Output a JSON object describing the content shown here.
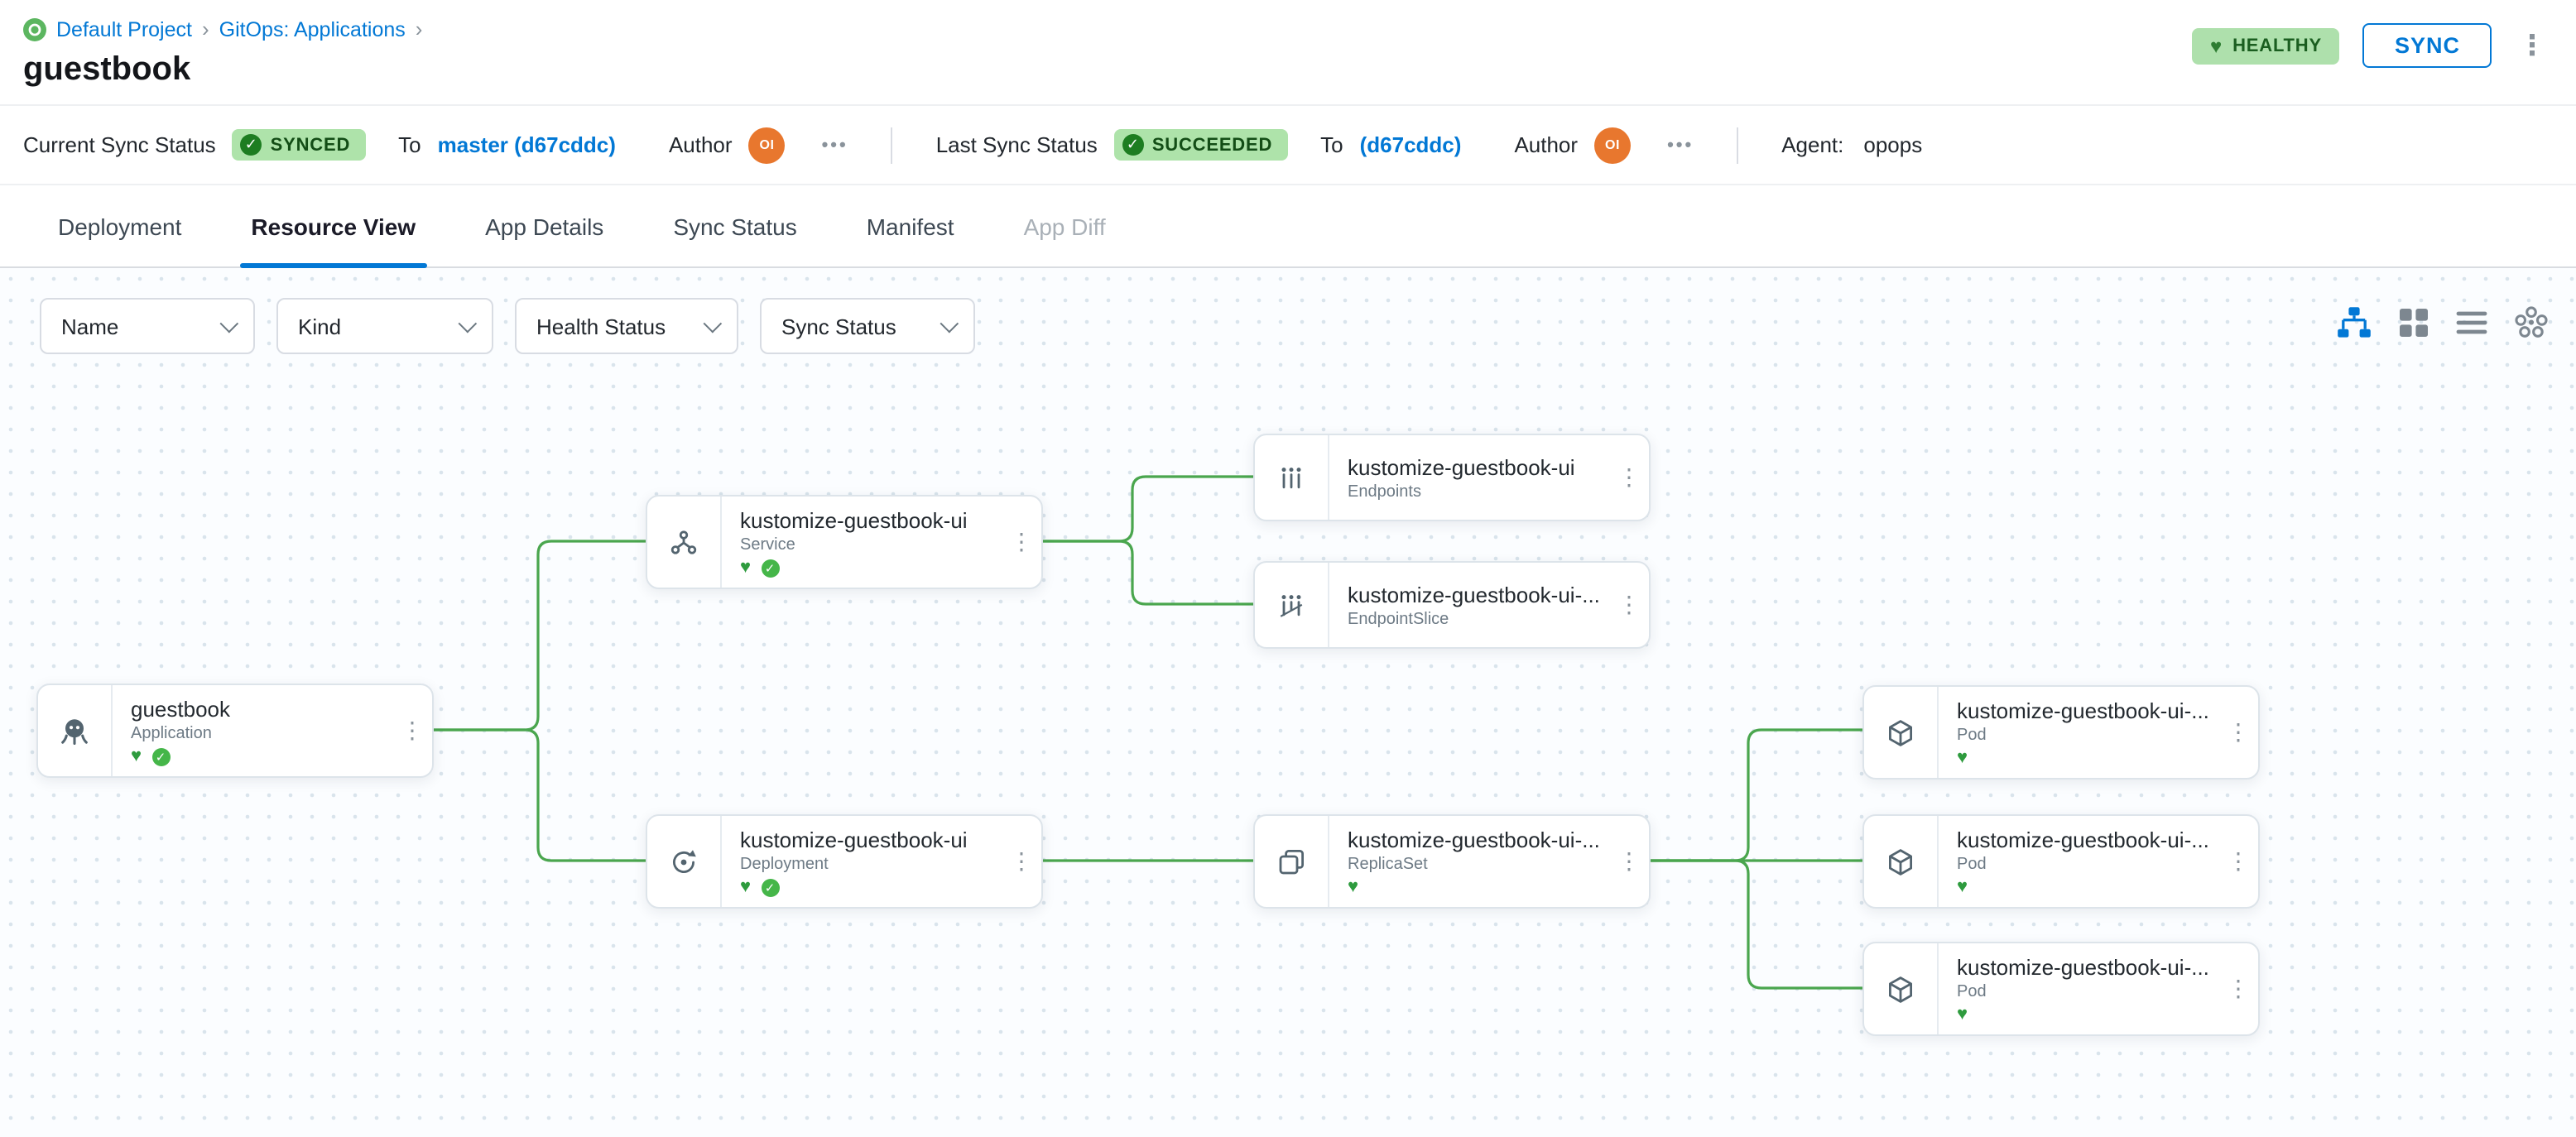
{
  "breadcrumb": {
    "project": "Default Project",
    "section": "GitOps: Applications"
  },
  "header": {
    "title": "guestbook",
    "health_badge": "HEALTHY",
    "sync_button": "SYNC"
  },
  "status_bar": {
    "current": {
      "label": "Current Sync Status",
      "badge": "SYNCED",
      "to": "To",
      "target": "master (d67cddc)",
      "author_label": "Author",
      "avatar": "OI"
    },
    "last": {
      "label": "Last Sync Status",
      "badge": "SUCCEEDED",
      "to": "To",
      "target": "(d67cddc)",
      "author_label": "Author",
      "avatar": "OI"
    },
    "agent_label": "Agent:",
    "agent_value": "opops"
  },
  "tabs": [
    {
      "label": "Deployment",
      "active": false
    },
    {
      "label": "Resource View",
      "active": true
    },
    {
      "label": "App Details",
      "active": false
    },
    {
      "label": "Sync Status",
      "active": false
    },
    {
      "label": "Manifest",
      "active": false
    },
    {
      "label": "App Diff",
      "active": false,
      "disabled": true
    }
  ],
  "filters": [
    {
      "label": "Name"
    },
    {
      "label": "Kind"
    },
    {
      "label": "Health Status"
    },
    {
      "label": "Sync Status"
    }
  ],
  "nodes": [
    {
      "title": "guestbook",
      "kind": "Application",
      "healthy": true,
      "synced": true
    },
    {
      "title": "kustomize-guestbook-ui",
      "kind": "Service",
      "healthy": true,
      "synced": true
    },
    {
      "title": "kustomize-guestbook-ui",
      "kind": "Endpoints"
    },
    {
      "title": "kustomize-guestbook-ui-...",
      "kind": "EndpointSlice"
    },
    {
      "title": "kustomize-guestbook-ui",
      "kind": "Deployment",
      "healthy": true,
      "synced": true
    },
    {
      "title": "kustomize-guestbook-ui-...",
      "kind": "ReplicaSet",
      "healthy": true
    },
    {
      "title": "kustomize-guestbook-ui-...",
      "kind": "Pod",
      "healthy": true
    },
    {
      "title": "kustomize-guestbook-ui-...",
      "kind": "Pod",
      "healthy": true
    },
    {
      "title": "kustomize-guestbook-ui-...",
      "kind": "Pod",
      "healthy": true
    }
  ],
  "colors": {
    "accent_blue": "#0278d5",
    "edge_green": "#4aa64e",
    "badge_bg": "#aee3aa",
    "badge_text": "#134d16",
    "avatar_orange": "#e8772e"
  }
}
